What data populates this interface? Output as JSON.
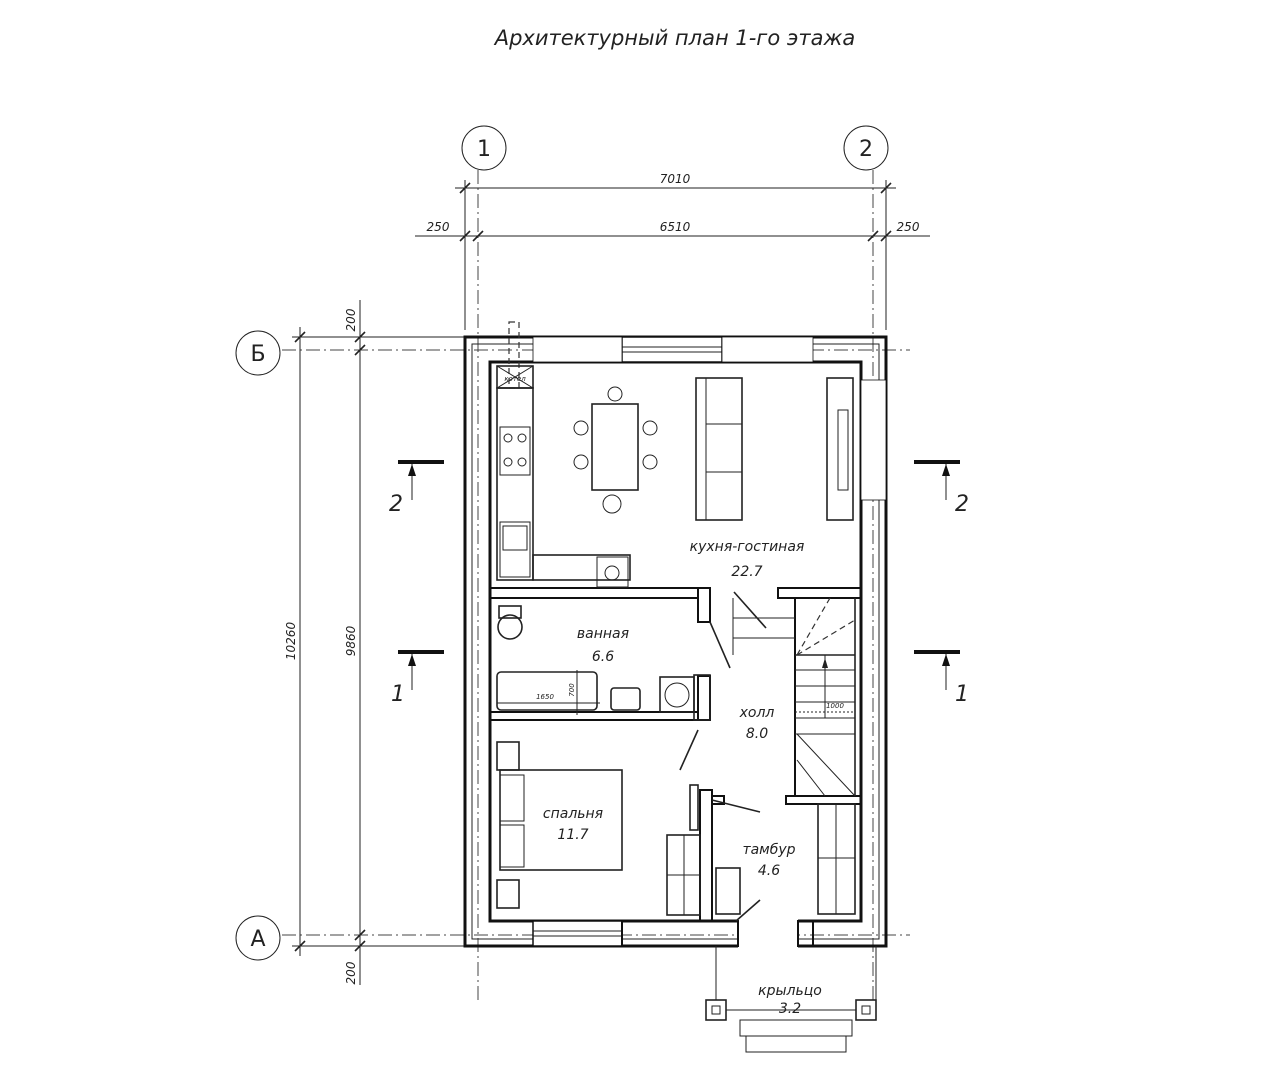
{
  "title": "Архитектурный план 1-го этажа",
  "axes": {
    "a1": "1",
    "a2": "2",
    "b": "Б",
    "a": "А"
  },
  "dimensions": {
    "total_width": "7010",
    "left_offset": "250",
    "inner_width": "6510",
    "right_offset": "250",
    "total_length": "10260",
    "inner_length": "9860",
    "top_offset": "200",
    "bottom_offset": "200",
    "bathtub_length": "1650",
    "bathtub_width": "700",
    "stair_width": "1000"
  },
  "sections": {
    "s2_left": "2",
    "s2_right": "2",
    "s1_left": "1",
    "s1_right": "1"
  },
  "rooms": [
    {
      "name": "кухня-гостиная",
      "area": "22.7"
    },
    {
      "name": "ванная",
      "area": "6.6"
    },
    {
      "name": "холл",
      "area": "8.0"
    },
    {
      "name": "спальня",
      "area": "11.7"
    },
    {
      "name": "тамбур",
      "area": "4.6"
    },
    {
      "name": "крыльцо",
      "area": "3.2"
    }
  ],
  "equipment": {
    "boiler": "котел"
  }
}
